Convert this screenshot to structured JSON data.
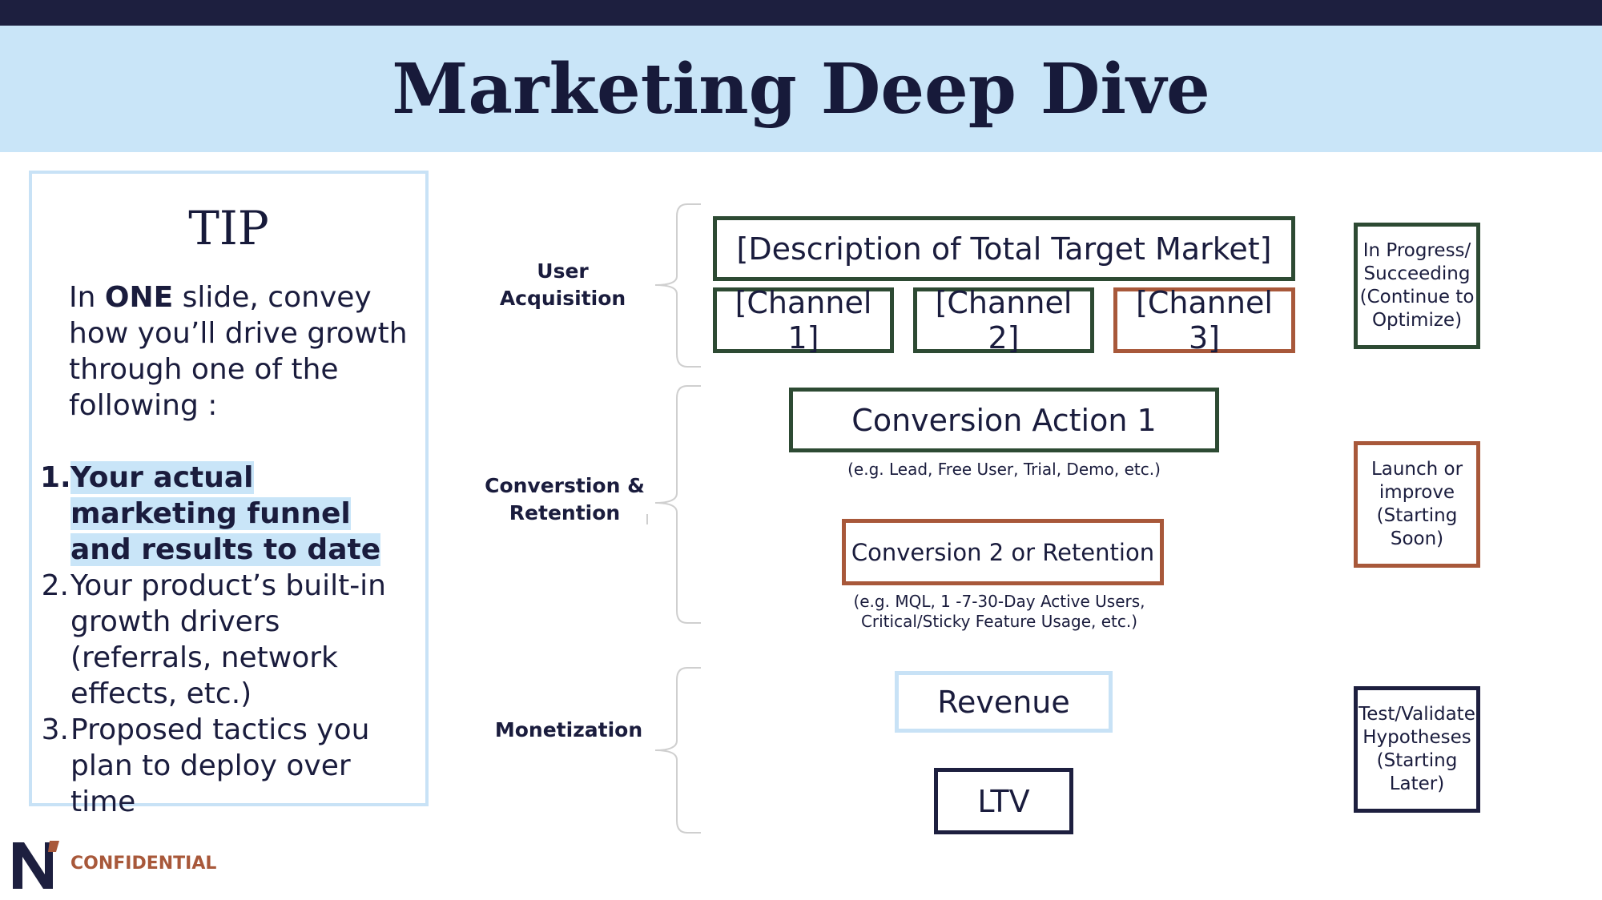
{
  "slide": {
    "title": "Marketing Deep Dive"
  },
  "tip": {
    "heading": "TIP",
    "intro_prefix": "In ",
    "intro_bold": "ONE",
    "intro_suffix": " slide, convey how you’ll drive growth through one of the following :",
    "items": [
      {
        "num": "1.",
        "text": "Your actual marketing funnel and results to date"
      },
      {
        "num": "2.",
        "text": "Your product’s built-in growth drivers (referrals, network effects, etc.)"
      },
      {
        "num": "3.",
        "text": "Proposed tactics you plan to deploy over time"
      }
    ]
  },
  "stages": {
    "acquisition": "User Acquisition",
    "conversion": "Converstion & Retention",
    "monetization": "Monetization"
  },
  "funnel": {
    "market": "[Description of Total Target Market]",
    "channel1": "[Channel 1]",
    "channel2": "[Channel 2]",
    "channel3": "[Channel 3]",
    "conversion1": "Conversion Action 1",
    "conversion1_note": "(e.g. Lead, Free User, Trial, Demo, etc.)",
    "conversion2": "Conversion 2 or Retention",
    "conversion2_note": "(e.g. MQL, 1 -7-30-Day Active Users, Critical/Sticky Feature Usage, etc.)",
    "revenue": "Revenue",
    "ltv": "LTV"
  },
  "legend": {
    "in_progress": "In Progress/ Succeeding (Continue to Optimize)",
    "launch": "Launch or improve (Starting Soon)",
    "test": "Test/Validate Hypotheses (Starting Later)"
  },
  "colors": {
    "green": "#2d4a33",
    "orange": "#a8583a",
    "navy": "#1d1f3f",
    "light_blue": "#c8e2f6"
  },
  "footer": {
    "logo": "N",
    "label": "CONFIDENTIAL"
  }
}
